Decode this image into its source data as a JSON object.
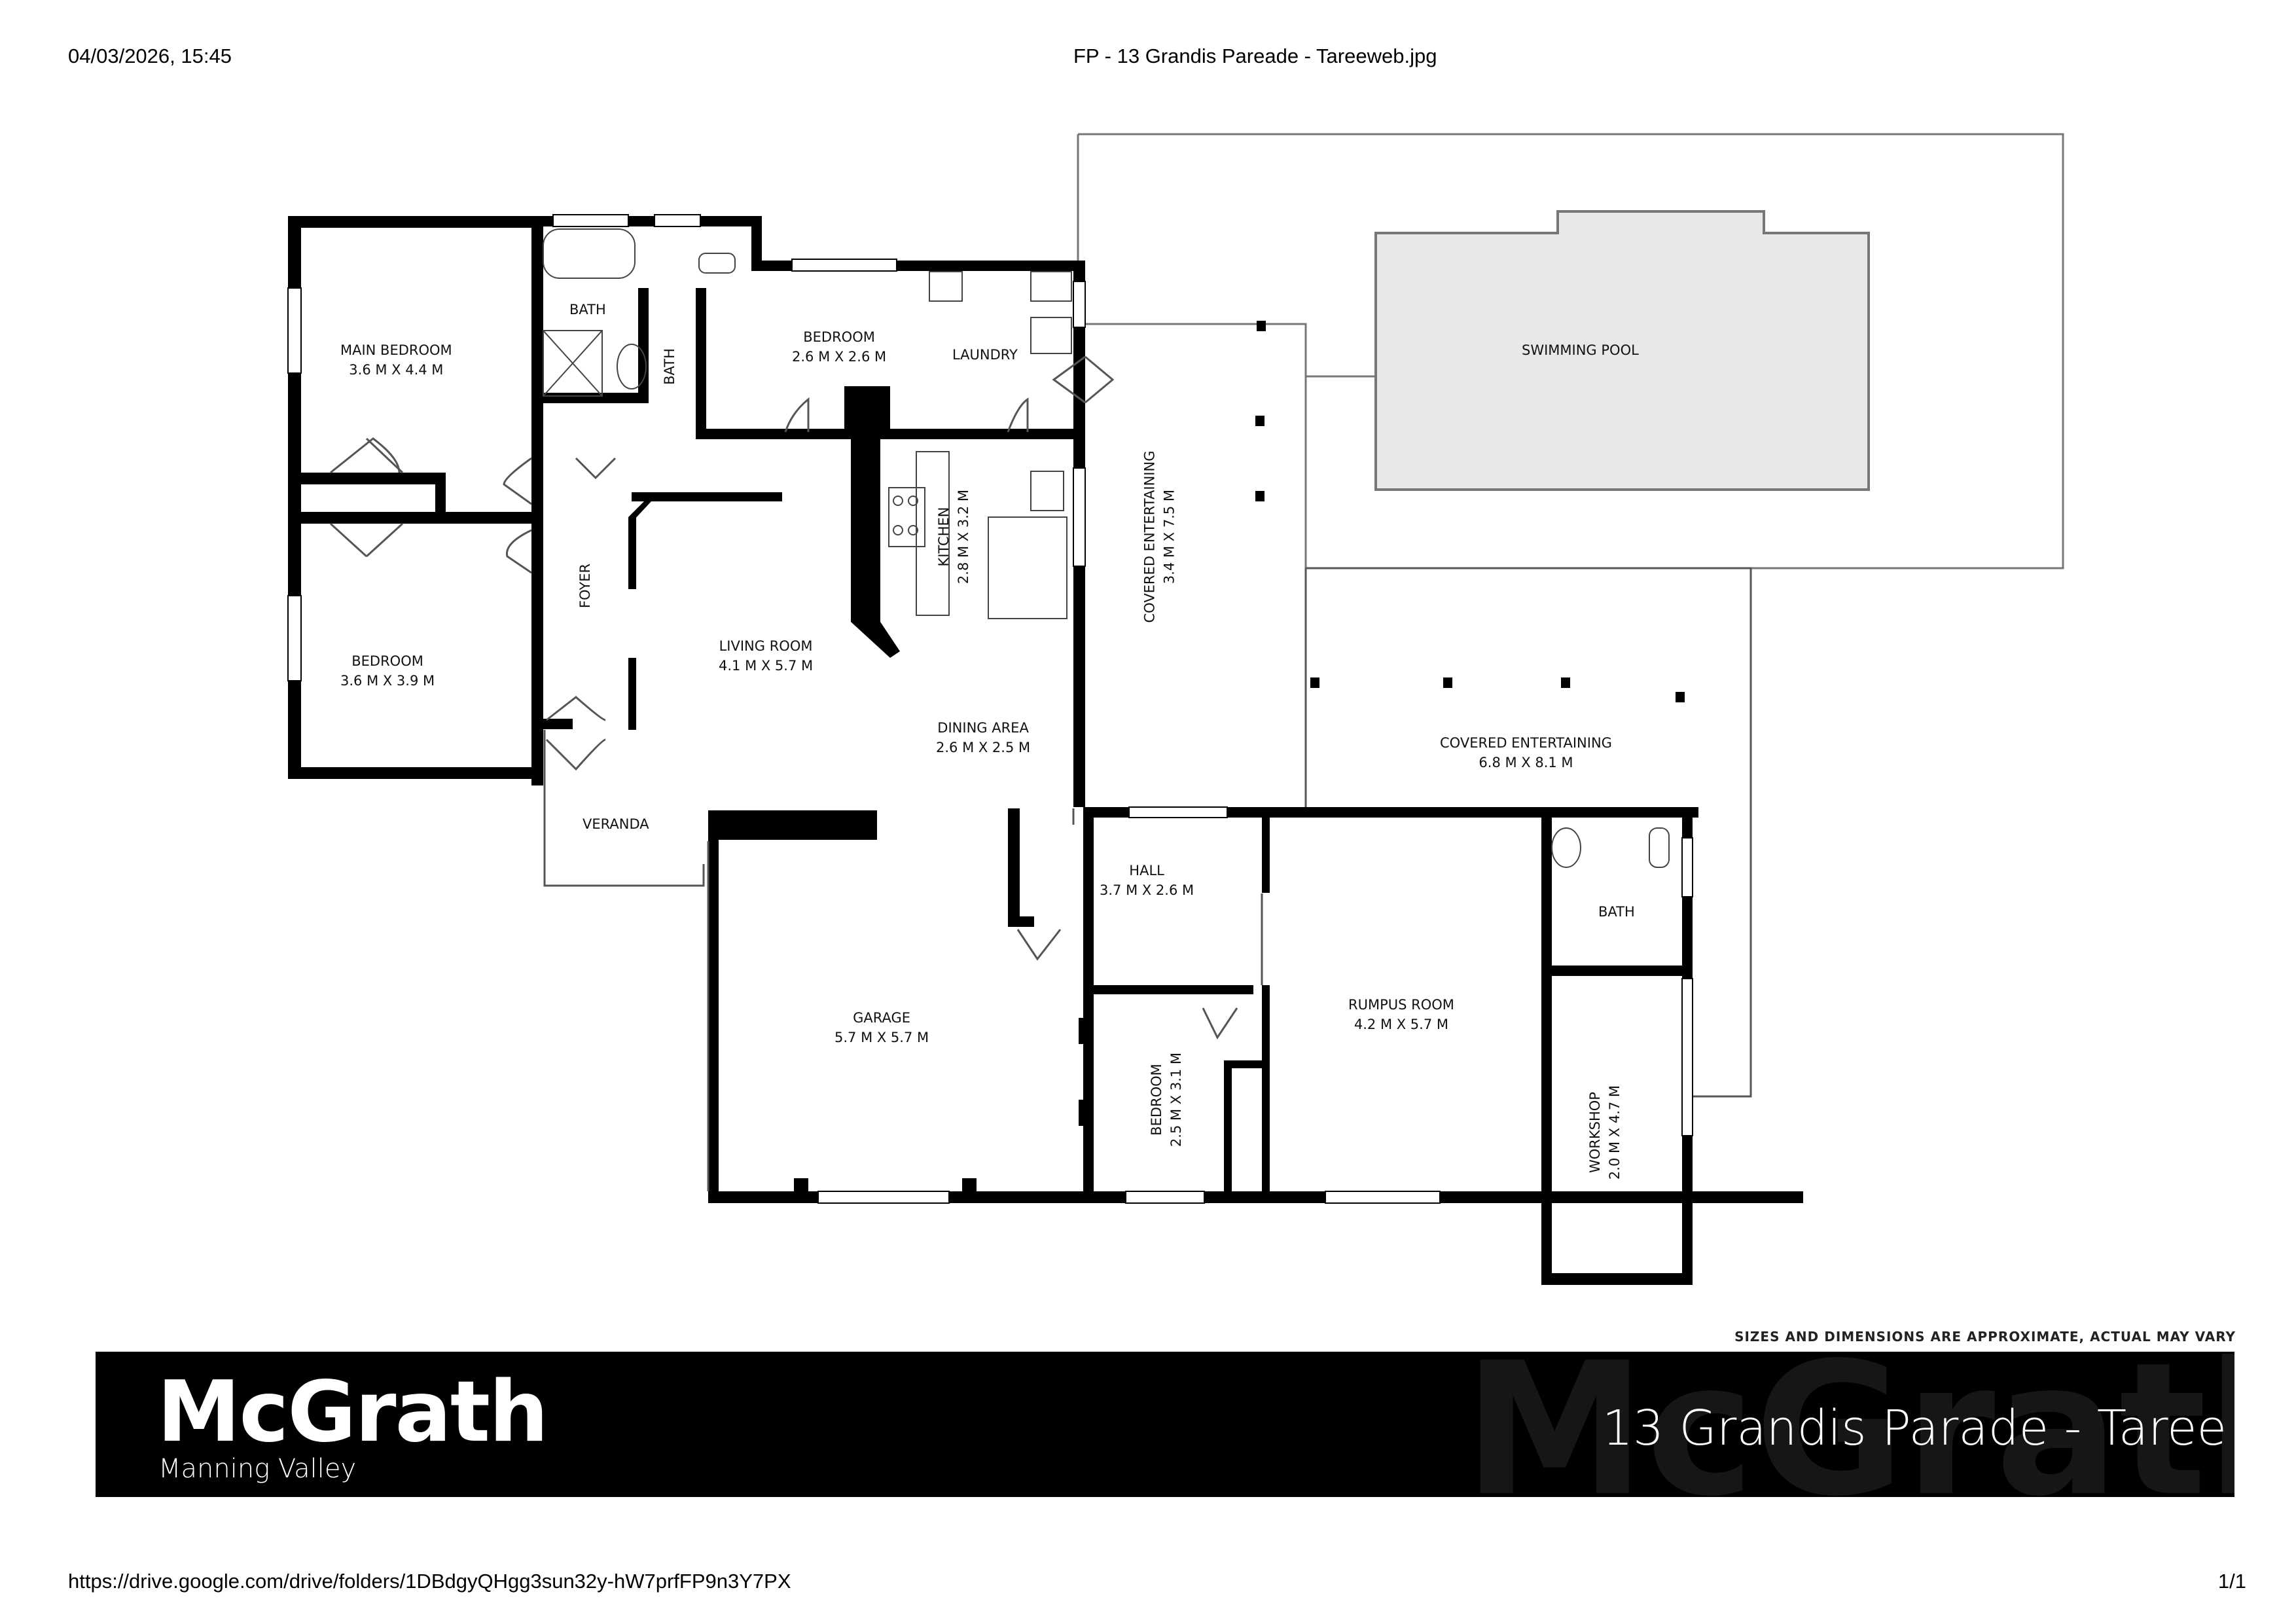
{
  "print_header": {
    "datetime": "04/03/2026, 15:45",
    "document_title": "FP - 13 Grandis Pareade - Tareeweb.jpg"
  },
  "print_footer": {
    "url": "https://drive.google.com/drive/folders/1DBdgyQHgg3sun32y-hW7prfFP9n3Y7PX",
    "page": "1/1"
  },
  "floorplan": {
    "rooms": [
      {
        "name": "MAIN BEDROOM",
        "size": "3.6 M X 4.4 M"
      },
      {
        "name": "BATH",
        "size": ""
      },
      {
        "name": "BATH",
        "size": ""
      },
      {
        "name": "BEDROOM",
        "size": "2.6 M X 2.6 M"
      },
      {
        "name": "LAUNDRY",
        "size": ""
      },
      {
        "name": "FOYER",
        "size": ""
      },
      {
        "name": "KITCHEN",
        "size": "2.8 M X 3.2 M"
      },
      {
        "name": "COVERED ENTERTAINING",
        "size": "3.4 M X 7.5 M"
      },
      {
        "name": "SWIMMING POOL",
        "size": ""
      },
      {
        "name": "LIVING ROOM",
        "size": "4.1 M X 5.7 M"
      },
      {
        "name": "BEDROOM",
        "size": "3.6 M X 3.9 M"
      },
      {
        "name": "DINING AREA",
        "size": "2.6 M X 2.5 M"
      },
      {
        "name": "COVERED ENTERTAINING",
        "size": "6.8 M X 8.1 M"
      },
      {
        "name": "VERANDA",
        "size": ""
      },
      {
        "name": "HALL",
        "size": "3.7 M X 2.6 M"
      },
      {
        "name": "BATH",
        "size": ""
      },
      {
        "name": "GARAGE",
        "size": "5.7 M X 5.7 M"
      },
      {
        "name": "RUMPUS ROOM",
        "size": "4.2 M X 5.7 M"
      },
      {
        "name": "BEDROOM",
        "size": "2.5 M X 3.1 M"
      },
      {
        "name": "WORKSHOP",
        "size": "2.0 M X 4.7 M"
      }
    ],
    "disclaimer": "SIZES AND DIMENSIONS ARE APPROXIMATE, ACTUAL MAY VARY"
  },
  "banner": {
    "brand": "McGrath",
    "office": "Manning Valley",
    "watermark": "McGrath",
    "address": "13 Grandis Parade - Taree"
  },
  "colors": {
    "wall": "#000000",
    "pool_fill": "#e8e8e8",
    "banner_bg": "#000000",
    "banner_text": "#ffffff"
  }
}
